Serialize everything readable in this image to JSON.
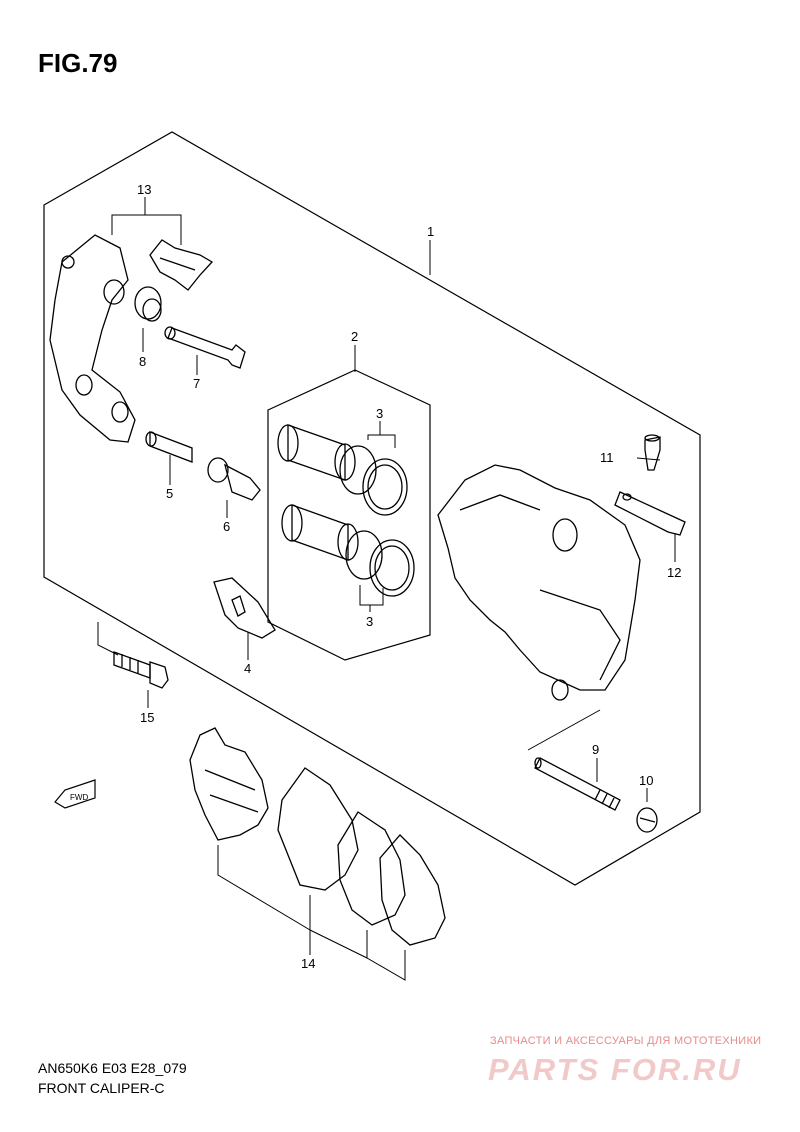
{
  "figure": {
    "title": "FIG.79"
  },
  "callouts": {
    "c1": "1",
    "c2": "2",
    "c3a": "3",
    "c3b": "3",
    "c4": "4",
    "c5": "5",
    "c6": "6",
    "c7": "7",
    "c8": "8",
    "c9": "9",
    "c10": "10",
    "c11": "11",
    "c12": "12",
    "c13": "13",
    "c14": "14",
    "c15": "15"
  },
  "fwd_label": "FWD",
  "footer": {
    "code": "AN650K6 E03 E28_079",
    "name": "FRONT CALIPER-C"
  },
  "watermark": {
    "tagline": "ЗАПЧАСТИ И АКСЕССУАРЫ ДЛЯ МОТОТЕХНИКИ",
    "logo": "PARTS FOR.RU"
  }
}
